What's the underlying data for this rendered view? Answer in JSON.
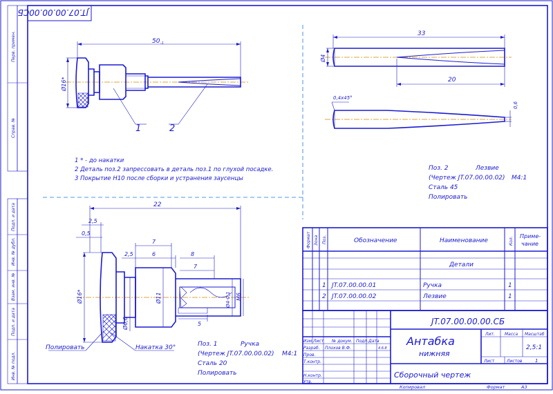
{
  "rotated_code": "JT.07.00.00.00СБ",
  "margin_labels": {
    "perv_primen": "Перв. примен.",
    "sprav_no": "Справ. №",
    "podp_data_1": "Подп. и дата",
    "inv_dubl": "Инв. № дубл.",
    "vzam_inv": "Взам. инв. №",
    "podp_data_2": "Подп. и дата",
    "inv_podl": "Инв. № подл."
  },
  "view1": {
    "dim_length": "50",
    "dim_length_tol": "-1",
    "dim_dia": "Ø16*",
    "callout_1": "1",
    "callout_2": "2"
  },
  "notes": {
    "n1": "1  * - до накатки",
    "n2": "2  Деталь поз.2 запрессовать в деталь поз.1 по глухой посадке.",
    "n3": "3  Покрытие Н10 после сборки и устранения заусенцы"
  },
  "blade_views": {
    "dim_33": "33",
    "dim_dia4": "Ø4",
    "dim_20": "20",
    "dim_chamfer": "0,4x45°",
    "dim_06": "0,6"
  },
  "part2": {
    "pos": "Поз. 2",
    "name": "Лезвие",
    "ref": "(Чертеж JT.07.00.00.02)",
    "mass": "М4:1",
    "material": "Сталь 45",
    "finish": "Полировать"
  },
  "view2": {
    "dim_22": "22",
    "dim_2_5a": "2,5",
    "dim_0_5": "0,5",
    "dim_7a": "7",
    "dim_2_5b": "2,5",
    "dim_6": "6",
    "dim_8": "8",
    "dim_7b": "7",
    "dim_5": "5",
    "dim_dia16": "Ø16*",
    "dim_dia11": "Ø11",
    "dim_dia6_6": "Ø6,6",
    "dim_dia4": "Ø4-0,1",
    "dim_m6": "М6",
    "label_polish": "Полировать",
    "label_knurl": "Накатка 30°"
  },
  "part1": {
    "pos": "Поз. 1",
    "name": "Ручка",
    "ref": "(Чертеж JT.07.00.00.02)",
    "mass": "М4:1",
    "material": "Сталь 20",
    "finish": "Полировать"
  },
  "spec": {
    "headers": {
      "format": "Формат",
      "zone": "Зона",
      "pos": "Поз.",
      "designation": "Обозначение",
      "name": "Наименование",
      "qty": "Кол.",
      "note": "Приме-\nчание"
    },
    "section": "Детали",
    "rows": [
      {
        "pos": "1",
        "designation": "JT.07.00.00.01",
        "name": "Ручка",
        "qty": "1"
      },
      {
        "pos": "2",
        "designation": "JT.07.00.00.02",
        "name": "Лезвие",
        "qty": "1"
      }
    ]
  },
  "title_block": {
    "doc_code": "JT.07.00.00.00.СБ",
    "title_line1": "Антабка",
    "title_line2": "нижняя",
    "doc_type": "Сборочный чертеж",
    "col_izm": "Изм.",
    "col_list": "Лист",
    "col_doc": "№ докум.",
    "col_podp": "Подп.",
    "col_data": "Дата",
    "row_razrab": "Разраб.",
    "razrab_name": "Плохов В.Ф.",
    "razrab_date": "4.6.8",
    "row_prov": "Пров.",
    "row_tkontr": "Т.контр.",
    "row_nkontr": "Н.контр.",
    "row_utv": "Утв.",
    "lit_label": "Лит.",
    "mass_label": "Масса",
    "scale_label": "Масштаб",
    "scale_value": "2,5:1",
    "sheet_label": "Лист",
    "sheets_label": "Листов",
    "sheets_value": "1"
  },
  "footer": {
    "kopiroval": "Копировал",
    "format_label": "Формат",
    "format_value": "А3"
  }
}
